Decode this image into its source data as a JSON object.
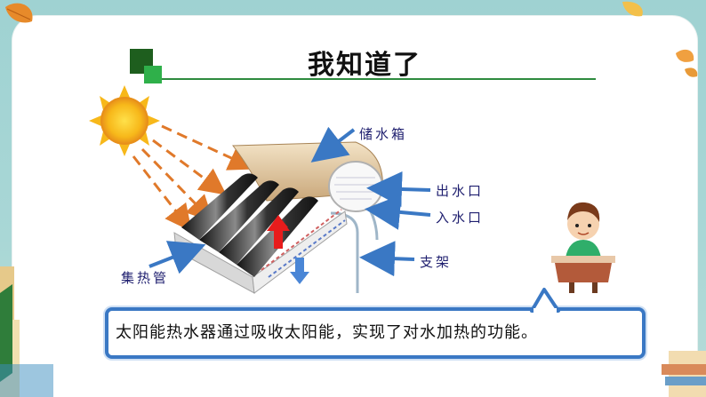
{
  "title": "我知道了",
  "labels": {
    "storage_tank": "储水箱",
    "water_outlet": "出水口",
    "water_inlet": "入水口",
    "stand": "支架",
    "collector_tubes": "集热管"
  },
  "caption": "太阳能热水器通过吸收太阳能，实现了对水加热的功能。",
  "colors": {
    "title_rule": "#2e8b3e",
    "arrow_blue": "#3a78c4",
    "ray_orange": "#e0792a",
    "sun_yellow": "#f7b81a",
    "label_text": "#202070"
  },
  "icons": [
    "sun-icon",
    "student-icon"
  ]
}
